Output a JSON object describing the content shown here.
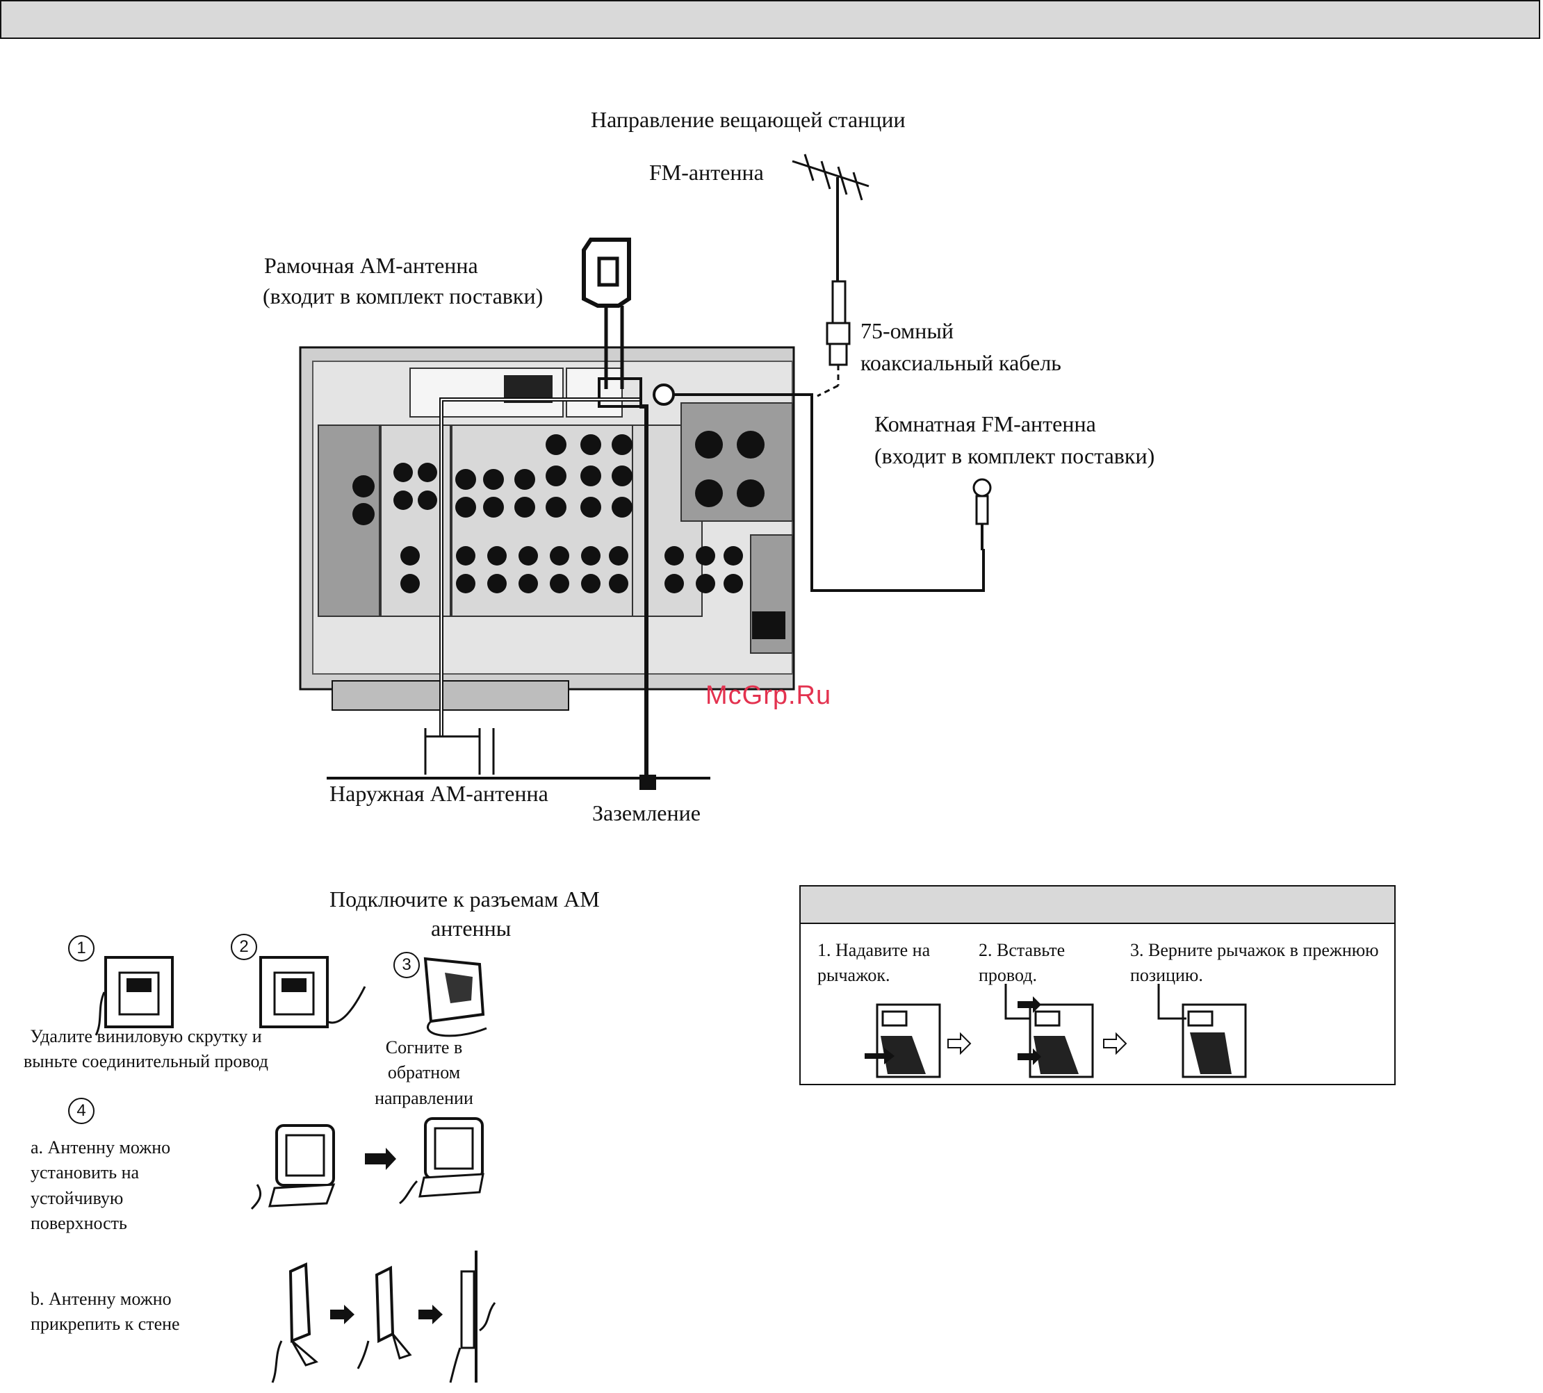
{
  "labels": {
    "station_direction": "Направление вещающей станции",
    "fm_antenna": "FM-антенна",
    "loop_am_line1": "Рамочная АМ-антенна",
    "loop_am_line2": "(входит в комплект поставки)",
    "coax_line1": "75-омный",
    "coax_line2": "коаксиальный кабель",
    "indoor_fm_line1": "Комнатная FM-антенна",
    "indoor_fm_line2": "(входит в комплект поставки)",
    "outdoor_am": "Наружная АМ-антенна",
    "ground": "Заземление"
  },
  "watermark": "McGrp.Ru",
  "assembly": {
    "connect_line1": "Подключите к разъемам АМ",
    "connect_line2": "антенны",
    "steps": [
      "1",
      "2",
      "3",
      "4"
    ],
    "step1_text": "Удалите виниловую скрутку и выньте соединительный провод",
    "step3_text": "Согните в обратном направлении",
    "option_a": "a. Антенну можно установить на устойчивую поверхность",
    "option_b": "b. Антенну можно прикрепить к стене"
  },
  "lever": {
    "step1": "1. Надавите на рычажок.",
    "step2": "2. Вставьте провод.",
    "step3": "3. Верните рычажок в прежнюю позицию."
  },
  "colors": {
    "header_fill": "#d9d9d9",
    "watermark": "#e3324f",
    "panel": "#bdbdbd"
  }
}
